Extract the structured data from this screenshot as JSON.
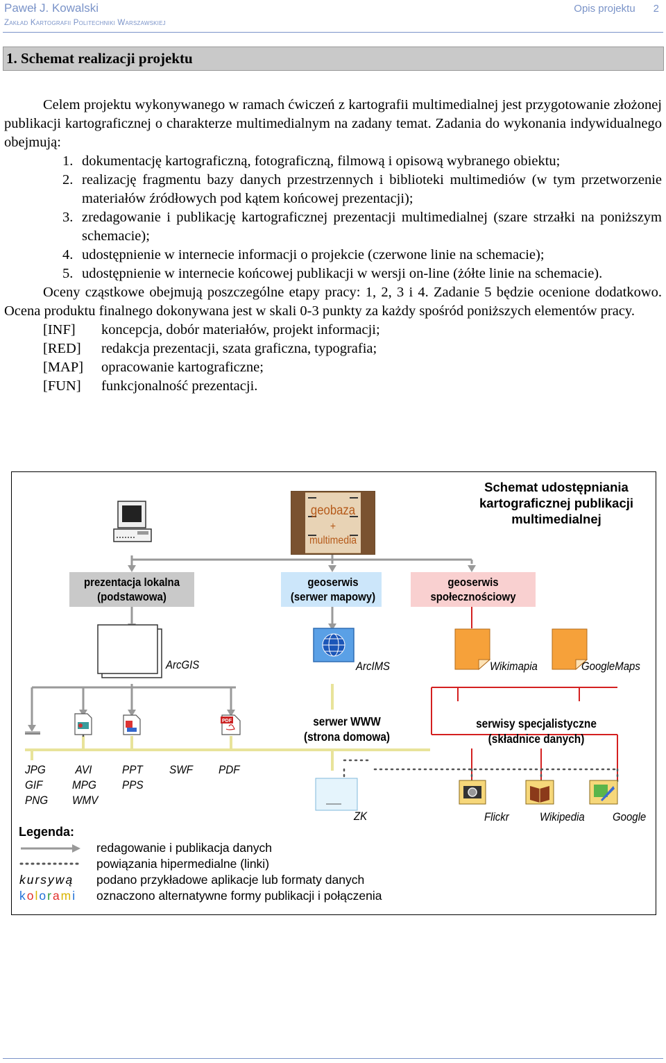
{
  "header": {
    "author": "Paweł J. Kowalski",
    "department": "Zakład Kartografii Politechniki Warszawskiej",
    "doc_title": "Opis projektu",
    "page_number": "2"
  },
  "section": {
    "title": "1. Schemat realizacji projektu"
  },
  "body": {
    "intro": "Celem projektu wykonywanego w ramach ćwiczeń z kartografii multimedialnej jest przygotowanie złożonej publikacji kartograficznej o charakterze multimedialnym na zadany temat. Zadania do wykonania indywidualnego obejmują:",
    "tasks": [
      {
        "num": "1.",
        "text": "dokumentację kartograficzną, fotograficzną, filmową i opisową wybranego obiektu;"
      },
      {
        "num": "2.",
        "text": "realizację fragmentu bazy danych przestrzennych i biblioteki multimediów (w tym przetworzenie materiałów źródłowych pod kątem końcowej prezentacji);"
      },
      {
        "num": "3.",
        "text": "zredagowanie i publikację kartograficznej prezentacji multimedialnej (szare strzałki na poniższym schemacie);"
      },
      {
        "num": "4.",
        "text": "udostępnienie w internecie informacji o projekcie (czerwone linie na schemacie);"
      },
      {
        "num": "5.",
        "text": "udostępnienie w internecie końcowej publikacji w wersji on-line (żółte linie na schemacie)."
      }
    ],
    "grading": "Oceny cząstkowe obejmują poszczególne etapy pracy: 1, 2, 3 i 4. Zadanie 5 będzie ocenione dodatkowo. Ocena produktu finalnego dokonywana jest w skali 0-3 punkty za każdy spośród poniższych elementów pracy.",
    "criteria": [
      {
        "code": "[INF]",
        "text": "koncepcja, dobór materiałów, projekt informacji;"
      },
      {
        "code": "[RED]",
        "text": "redakcja prezentacji, szata graficzna, typografia;"
      },
      {
        "code": "[MAP]",
        "text": "opracowanie kartograficzne;"
      },
      {
        "code": "[FUN]",
        "text": "funkcjonalność prezentacji."
      }
    ]
  },
  "diagram": {
    "title": "Schemat udostępniania kartograficznej publikacji multimedialnej",
    "database": {
      "line1": "geobaza",
      "line2": "+",
      "line3": "multimedia"
    },
    "boxes": {
      "local": {
        "line1": "prezentacja lokalna",
        "line2": "(podstawowa)"
      },
      "geoserwis_map": {
        "line1": "geoserwis",
        "line2": "(serwer mapowy)"
      },
      "geoserwis_social": {
        "line1": "geoserwis",
        "line2": "społecznościowy"
      }
    },
    "apps": {
      "arcgis": "ArcGIS",
      "arcims": "ArcIMS",
      "wikimapia": "Wikimapia",
      "googlemaps": "GoogleMaps"
    },
    "www": {
      "line1": "serwer WWW",
      "line2": "(strona domowa)"
    },
    "special": {
      "line1": "serwisy specjalistyczne",
      "line2": "(składnice danych)"
    },
    "formats": {
      "col1": [
        "JPG",
        "GIF",
        "PNG"
      ],
      "col2": [
        "AVI",
        "MPG",
        "WMV"
      ],
      "col3": [
        "PPT",
        "PPS"
      ],
      "col4": [
        "SWF"
      ],
      "col5": [
        "PDF"
      ]
    },
    "sites": {
      "zk": "ZK",
      "flickr": "Flickr",
      "wikipedia": "Wikipedia",
      "google": "Google"
    },
    "legend": {
      "title": "Legenda:",
      "items": [
        "redagowanie i publikacja danych",
        "powiązania hipermedialne (linki)",
        "podano przykładowe aplikacje lub formaty danych",
        "oznaczono alternatywne formy publikacji i połączenia"
      ],
      "italic_sample": "kursywą",
      "color_sample_letters": [
        "k",
        "o",
        "l",
        "o",
        "r",
        "a",
        "m",
        "i"
      ],
      "color_sample_colors": [
        "#1f6fd6",
        "#e0302a",
        "#d9b400",
        "#1f6fd6",
        "#2a9a3a",
        "#e0302a",
        "#d9b400",
        "#1f6fd6"
      ]
    },
    "colors": {
      "grey_arrow": "#999999",
      "red_line": "#d42020",
      "yellow_line": "#e8e39a",
      "orange_doc": "#f6a13a",
      "blue_box": "#cce6fa",
      "pink_box": "#f9d0d0",
      "grey_box": "#c9c9c9"
    }
  }
}
